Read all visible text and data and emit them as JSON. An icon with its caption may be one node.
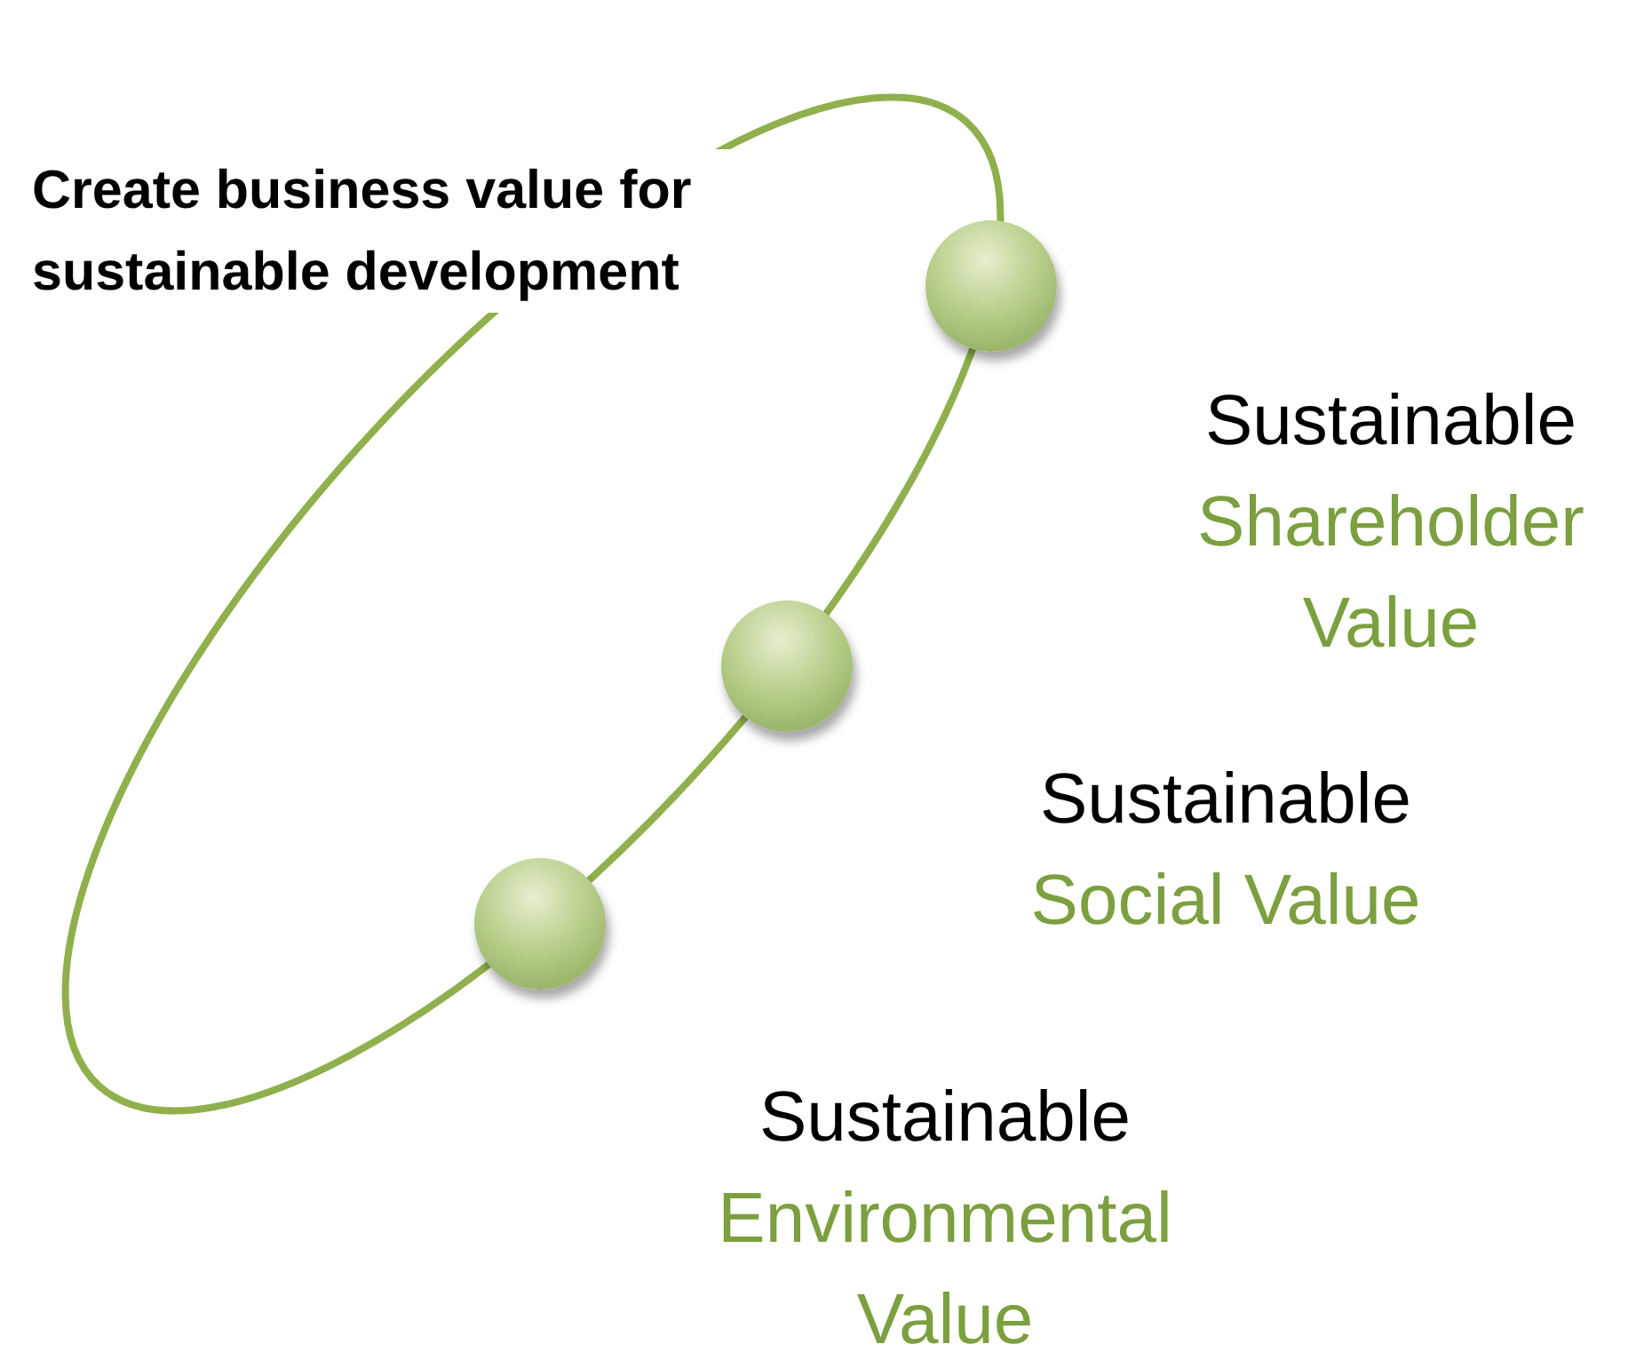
{
  "diagram": {
    "title": "Create business value for sustainable development",
    "nodes": [
      {
        "text": [],
        "shape": "circle",
        "beside": [
          "Sustainable",
          "Shareholder Value"
        ]
      },
      {
        "text": [],
        "shape": "circle",
        "beside": [
          "Sustainable",
          "Social Value"
        ]
      },
      {
        "text": [],
        "shape": "circle",
        "beside": [
          "Sustainable",
          "Environmental Value"
        ]
      }
    ]
  }
}
